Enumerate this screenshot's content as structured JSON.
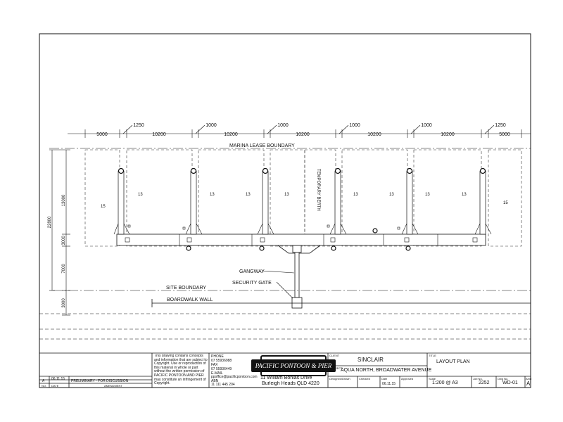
{
  "plan": {
    "top_dimensions": [
      "5000",
      "10200",
      "10200",
      "10200",
      "10200",
      "10200",
      "5000"
    ],
    "sub_dimensions": [
      "1250",
      "1000",
      "1000",
      "1000",
      "1000",
      "1250"
    ],
    "left_dimensions": [
      "13000",
      "22800",
      "3000",
      "7000",
      "3000"
    ],
    "berth_numbers": [
      "15",
      "13",
      "13",
      "13",
      "13",
      "13",
      "13",
      "13",
      "13",
      "15"
    ],
    "temporary_berth": "TEMPORARY BERTH",
    "labels": {
      "marina_lease_boundary": "MARINA LEASE BOUNDARY",
      "gangway": "GANGWAY",
      "security_gate": "SECURITY GATE",
      "site_boundary": "SITE BOUNDARY",
      "boardwalk_wall": "BOARDWALK WALL"
    }
  },
  "title_block": {
    "amendment_row": {
      "rev": "A",
      "date": "06.11.15",
      "text": "PRELIMINARY - FOR DISCUSSION"
    },
    "amendment_headers": {
      "no": "NO.",
      "date": "DATE",
      "amendment": "AMENDMENT"
    },
    "copyright": "This drawing contains concepts and information that are subject to Copyright. Use or reproduction of this material in whole or part without the written permission of PACIFIC PONTOON AND PIER may constitute an infringement of Copyright.",
    "contact": {
      "phone_label": "PHONE",
      "phone": "07 55936988",
      "fax_label": "FAX",
      "fax": "07 55936449",
      "email_label": "E-MAIL",
      "email": "ppoffice@pacificpontoon.com",
      "abn_label": "ABN",
      "abn": "11 111 445 204"
    },
    "company": {
      "logo_text": "PACIFIC PONTOON & PIER",
      "address_line1": "11 William Bonlas Drive",
      "address_line2": "Burleigh Heads  QLD  4220"
    },
    "client_label": "CLIENT",
    "client": "SINCLAIR",
    "project_label": "PROJECT",
    "project": "AQUA NORTH, BROADWATER AVENUE",
    "designed_label": "Designed/Drawn",
    "checked_label": "Checked",
    "date_label": "Date",
    "date": "06.11.15",
    "approved_label": "Approved",
    "title_label": "TITLE",
    "title": "LAYOUT PLAN",
    "scale_label": "Scale",
    "scale": "1:200 @ A3",
    "job_label": "Job No.",
    "job": "2252",
    "dwg_label": "Dwg No.",
    "dwg": "WD-01",
    "amd_label": "Amd",
    "amd": "A"
  }
}
